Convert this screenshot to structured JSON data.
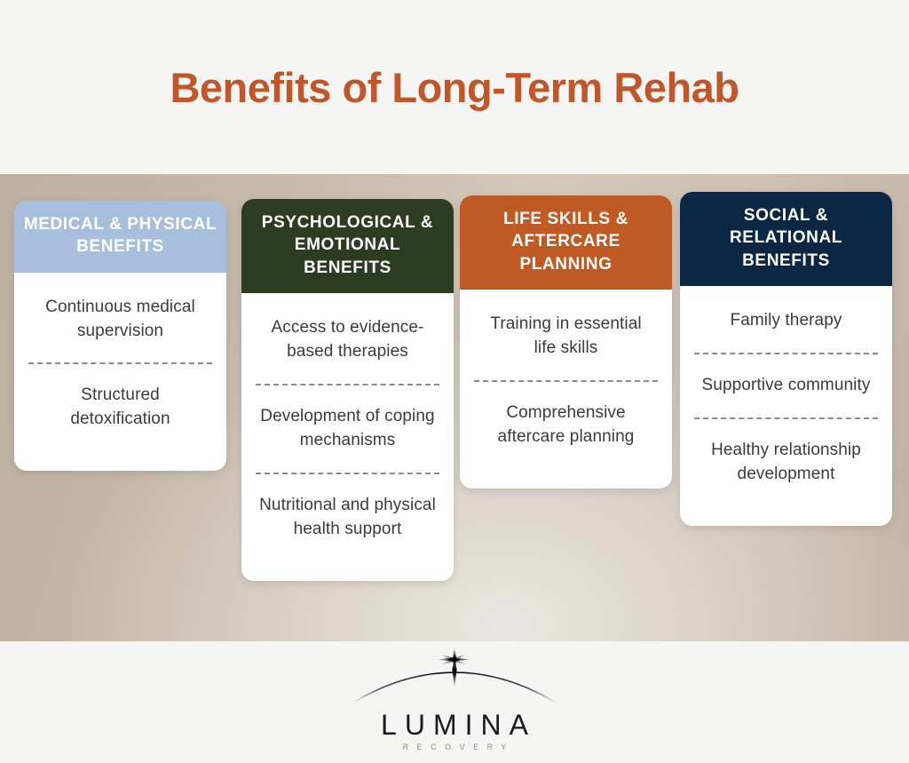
{
  "header": {
    "title": "Benefits of Long-Term Rehab",
    "title_color": "#c0572a"
  },
  "background": {
    "top_band_color": "#f5f5f4",
    "middle_band_gradient_from": "#bdb0a0",
    "middle_band_gradient_to": "#dfd8d0",
    "bottom_band_color": "#f5f5f4"
  },
  "columns": [
    {
      "id": "medical-physical",
      "title": "MEDICAL & PHYSICAL BENEFITS",
      "header_color": "#a8bedd",
      "items": [
        "Continuous medical supervision",
        "Structured detoxification"
      ]
    },
    {
      "id": "psychological-emotional",
      "title": "PSYCHOLOGICAL & EMOTIONAL BENEFITS",
      "header_color": "#2c3c21",
      "items": [
        "Access to evidence-based therapies",
        "Development of coping mechanisms",
        "Nutritional and physical health support"
      ]
    },
    {
      "id": "life-skills-aftercare",
      "title": "LIFE SKILLS & AFTERCARE PLANNING",
      "header_color": "#bf5a24",
      "items": [
        "Training in essential life skills",
        "Comprehensive aftercare planning"
      ]
    },
    {
      "id": "social-relational",
      "title": "SOCIAL & RELATIONAL BENEFITS",
      "header_color": "#0c2744",
      "items": [
        "Family therapy",
        "Supportive community",
        "Healthy relationship development"
      ]
    }
  ],
  "footer": {
    "logo_name": "LUMINA",
    "logo_tagline": "RECOVERY",
    "logo_icon": "arc-with-sparkle-icon",
    "logo_color": "#1b1b1b",
    "tagline_color": "#8b8b8b"
  }
}
